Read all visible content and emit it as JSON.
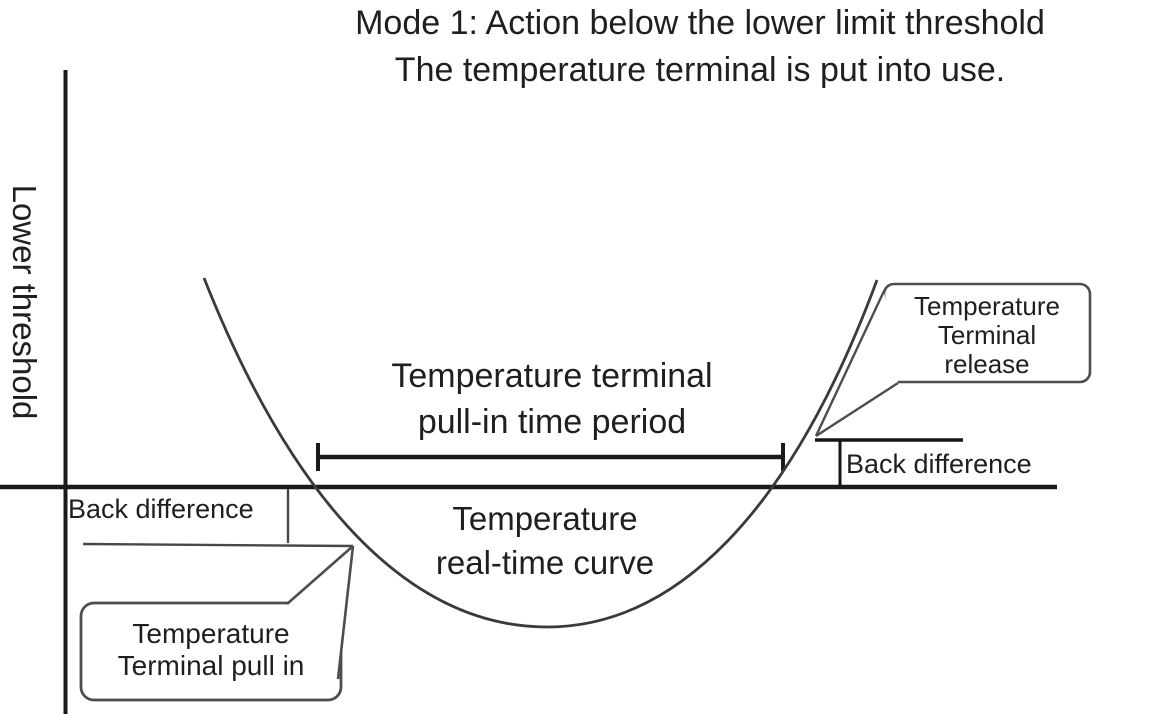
{
  "title": {
    "line1": "Mode 1: Action below the lower limit threshold",
    "line2": "The temperature terminal is put into use."
  },
  "axis": {
    "y_label": "Lower threshold"
  },
  "labels": {
    "pull_in_period_line1": "Temperature terminal",
    "pull_in_period_line2": "pull-in time period",
    "curve_line1": "Temperature",
    "curve_line2": "real-time curve",
    "back_difference_left": "Back difference",
    "back_difference_right": "Back difference"
  },
  "callouts": {
    "pull_in": {
      "line1": "Temperature",
      "line2": "Terminal pull in"
    },
    "release": {
      "line1": "Temperature",
      "line2": "Terminal",
      "line3": "release"
    }
  },
  "colors": {
    "background": "#ffffff",
    "axis_line": "#1a1a1a",
    "curve_line": "#3a3a3a",
    "callout_border": "#4d4d4d",
    "text": "#1f1f1f"
  }
}
